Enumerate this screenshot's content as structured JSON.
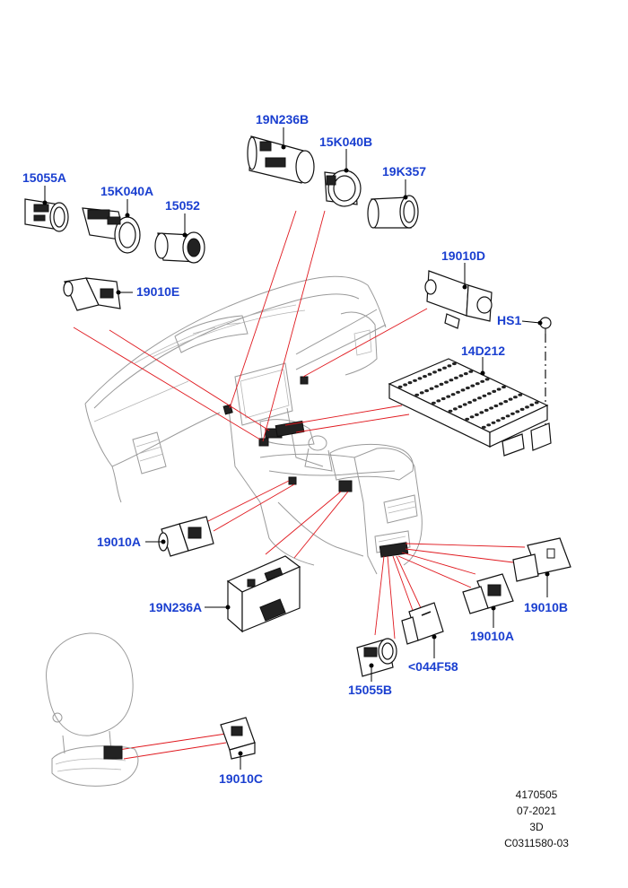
{
  "labels": {
    "p15055A": "15055A",
    "p15K040A": "15K040A",
    "p15052": "15052",
    "p19N236B": "19N236B",
    "p15K040B": "15K040B",
    "p19K357": "19K357",
    "p19010D": "19010D",
    "p19010E": "19010E",
    "pHS1": "HS1",
    "p14D212": "14D212",
    "p19010A_left": "19010A",
    "p19N236A": "19N236A",
    "p19010B": "19010B",
    "p19010A_right": "19010A",
    "p044F58": "<044F58",
    "p15055B": "15055B",
    "p19010C": "19010C"
  },
  "meta": {
    "line1": "4170505",
    "line2": "07-2021",
    "line3": "3D",
    "line4": "C0311580-03"
  },
  "colors": {
    "label_blue": "#1a3fd0",
    "leader_red": "#e0191f"
  }
}
